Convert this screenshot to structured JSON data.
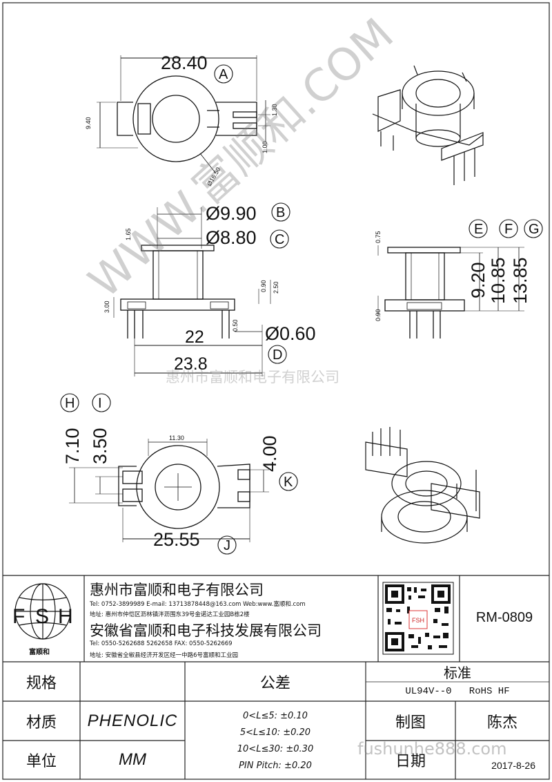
{
  "drawing": {
    "top_view": {
      "width_dim": "28.40",
      "width_tag": "A",
      "height_dim": "9.40",
      "slot_dim": "1.30",
      "pin_dim": "1.00",
      "dia_dim": "Ø16.50"
    },
    "side_view": {
      "outer_dia": "Ø9.90",
      "outer_tag": "B",
      "inner_dia": "Ø8.80",
      "inner_tag": "C",
      "flange_top": "1.65",
      "base_h": "3.00",
      "base_step": "0.90",
      "base_total": "2.50",
      "pin_offset": "0.50",
      "pin_dia": "Ø0.60",
      "pin_tag": "D",
      "span_22": "22",
      "span_238": "23.8"
    },
    "right_view": {
      "top_flange": "0.75",
      "bot_flange": "0.90",
      "h1": "9.20",
      "h1_tag": "E",
      "h2": "10.85",
      "h2_tag": "F",
      "h3": "13.85",
      "h3_tag": "G"
    },
    "bottom_view": {
      "h_dim": "7.10",
      "h_tag": "H",
      "i_dim": "3.50",
      "i_tag": "I",
      "width_top": "11.30",
      "k_dim": "4.00",
      "k_tag": "K",
      "width_bottom": "25.55",
      "j_tag": "J"
    }
  },
  "watermarks": {
    "diagonal": "WWW.富顺和.COM",
    "company": "惠州市富顺和电子有限公司",
    "site": "fushunhe888.com"
  },
  "title_block": {
    "logo_letters": [
      "F",
      "S",
      "H"
    ],
    "logo_caption": "富顺和",
    "company1": "惠州市富顺和电子有限公司",
    "company1_contact": "Tel:   0752-3899989   E-mail: 13713878448@163.com   Web:www.富顺和.com",
    "company1_address": "地址: 惠州市仲恺区沥林镇泮沥围东39号金诺达工业园B栋2楼",
    "company2": "安徽省富顺和电子科技发展有限公司",
    "company2_contact": "Tel:   0550-5262688   5262658        FAX:   0550-5262669",
    "company2_address": "地址: 安徽省全椒县经济开发区经一中路6号富顺和工业园",
    "qr_label": "FSH",
    "part_no": "RM-0809",
    "spec_label": "规格",
    "spec_value": "",
    "tolerance_label": "公差",
    "standard_label": "标准",
    "standard_value": "UL94V--0   RoHS HF",
    "material_label": "材质",
    "material_value": "PHENOLIC",
    "drawn_label": "制图",
    "drawn_value": "陈杰",
    "unit_label": "单位",
    "unit_value": "MM",
    "date_label": "日期",
    "date_value": "2017-8-26",
    "tolerances": [
      "0<L≤5: ±0.10",
      "5<L≤10: ±0.20",
      "10<L≤30: ±0.30",
      "PIN Pitch: ±0.20"
    ]
  }
}
